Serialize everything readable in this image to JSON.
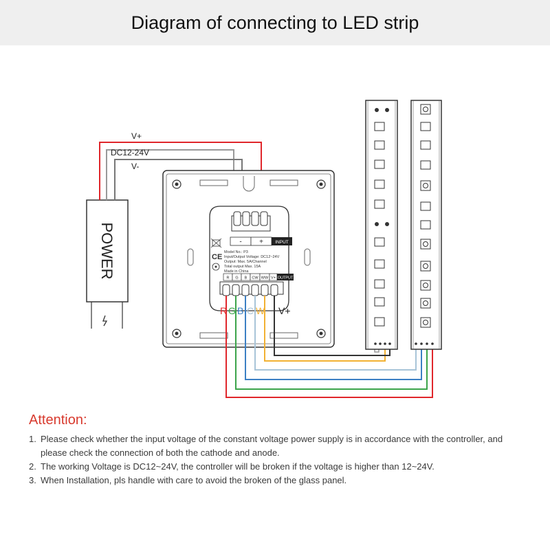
{
  "header": {
    "title": "Diagram of connecting to LED strip"
  },
  "power_supply": {
    "label": "POWER",
    "v_plus_label": "V+",
    "voltage_label": "DC12-24V",
    "v_minus_label": "V-"
  },
  "controller": {
    "input_terminals": [
      "-",
      "+"
    ],
    "input_label": "INPUT",
    "spec_lines": [
      "Model No.: P3",
      "Input/Output Voltage: DC12~24V",
      "Output: Max. 5A/Channel",
      "Total output Max. 15A",
      "Made in China"
    ],
    "output_terminals": [
      "R",
      "G",
      "B",
      "CW",
      "WW",
      "V+"
    ],
    "output_label": "OUTPUT",
    "channel_letters": [
      "R",
      "G",
      "B",
      "C",
      "W"
    ],
    "v_plus_label": "V+"
  },
  "colors": {
    "red": "#e0262b",
    "green": "#3ba44a",
    "blue": "#3b7fc4",
    "cold_white": "#a8c4d8",
    "warm_white": "#f2b133",
    "gray_wire": "#9a9a9a"
  },
  "attention": {
    "title": "Attention:",
    "notes": [
      {
        "num": "1.",
        "text": "Please check whether the input voltage of the constant voltage power supply is in accordance with the controller, and please check the connection of both the cathode and anode."
      },
      {
        "num": "2.",
        "text": "The working Voltage is DC12~24V, the controller will be broken if the voltage is higher than 12~24V."
      },
      {
        "num": "3.",
        "text": "When Installation, pls handle with care to avoid the broken of the glass panel."
      }
    ]
  }
}
